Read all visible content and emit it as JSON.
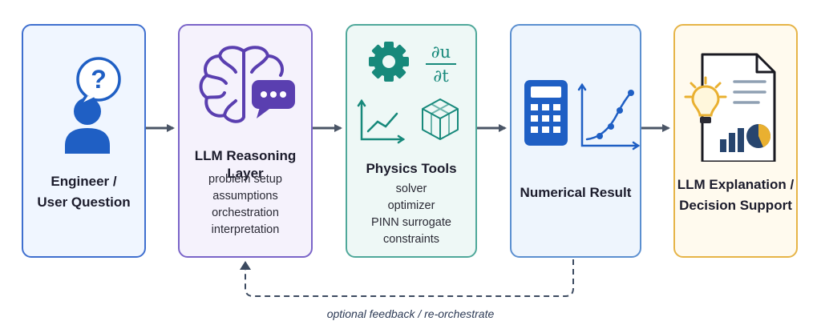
{
  "steps": [
    {
      "title_lines": [
        "Engineer /",
        "User Question"
      ]
    },
    {
      "title": "LLM Reasoning Layer",
      "items": [
        "problem setup",
        "assumptions",
        "orchestration",
        "interpretation"
      ]
    },
    {
      "title": "Physics Tools",
      "items": [
        "solver",
        "optimizer",
        "PINN surrogate",
        "constraints"
      ]
    },
    {
      "title": "Numerical Result"
    },
    {
      "title_lines": [
        "LLM Explanation /",
        "Decision Support"
      ]
    }
  ],
  "icons": {
    "step1": "user-question-icon",
    "step2": [
      "brain-icon",
      "chat-bubble-icon"
    ],
    "step3": [
      "gear-icon",
      "partial-derivative-symbol",
      "line-graph-icon",
      "mesh-cube-icon"
    ],
    "step4": [
      "calculator-icon",
      "curve-chart-icon"
    ],
    "step5": [
      "report-document-icon",
      "lightbulb-icon",
      "bar-chart-icon",
      "pie-chart-icon"
    ]
  },
  "symbols": {
    "pde_numerator": "∂u",
    "pde_denominator": "∂t",
    "question_mark": "?"
  },
  "feedback_label": "optional feedback / re-orchestrate",
  "colors": {
    "user_blue": "#1f5fc4",
    "llm_purple": "#5a3fb0",
    "physics_teal": "#17897b",
    "result_blue": "#1f5fc4",
    "explain_gold": "#e9b030",
    "arrow_gray": "#4a5566"
  }
}
